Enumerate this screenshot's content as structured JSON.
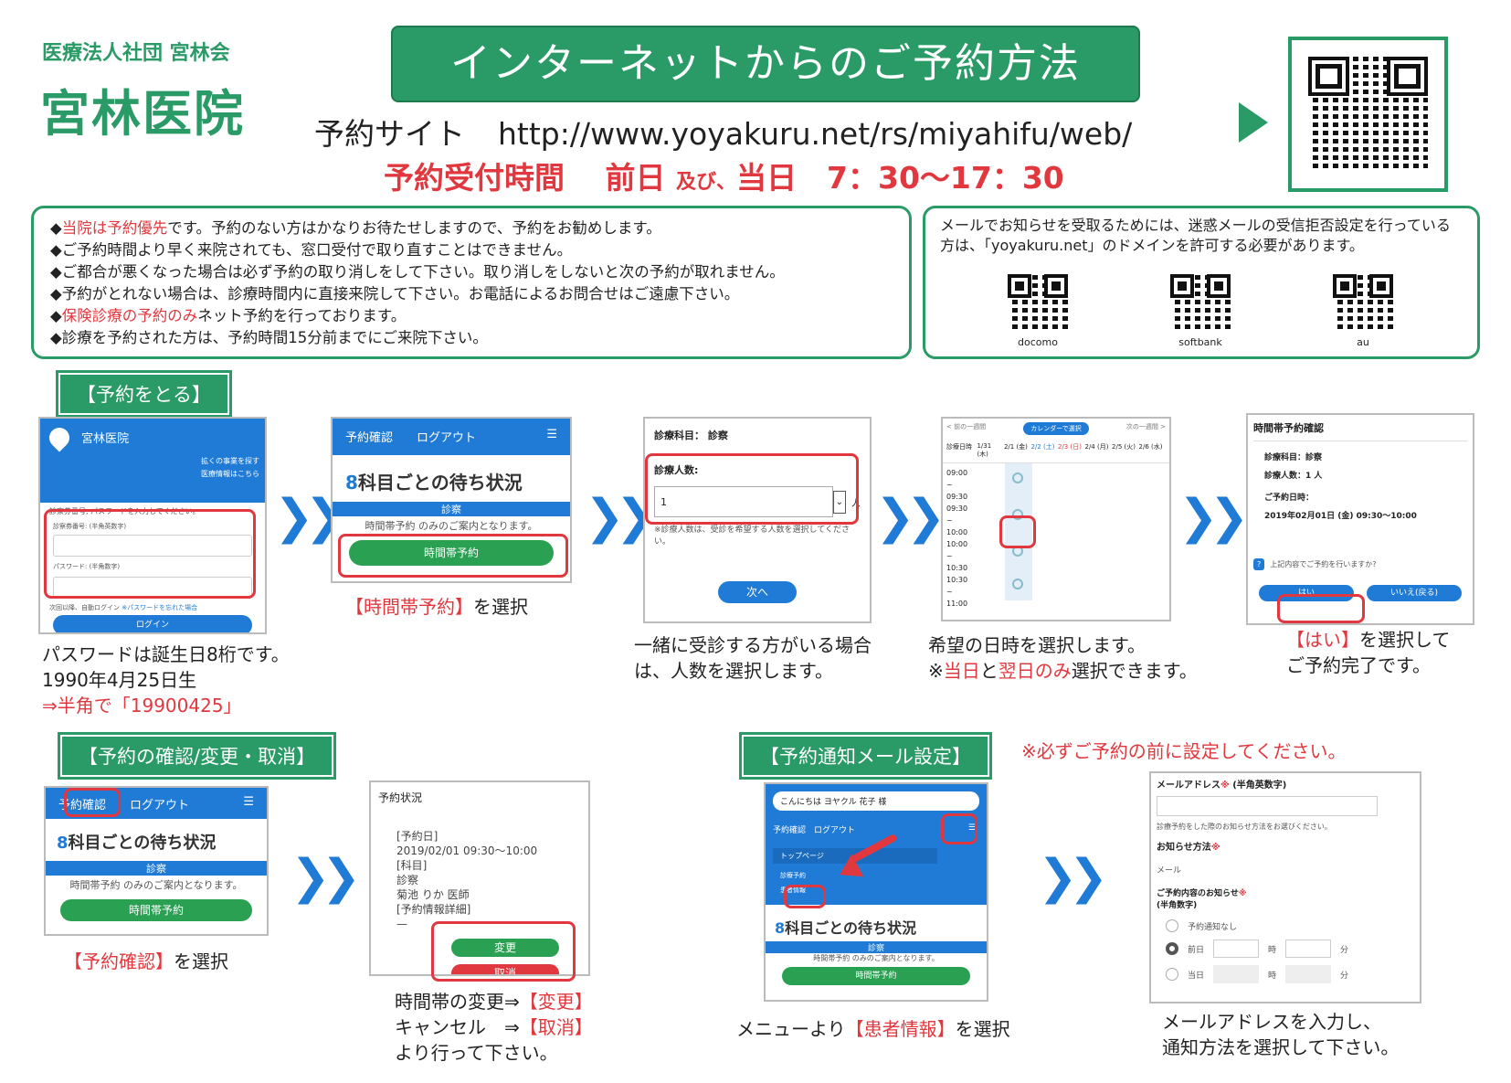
{
  "header": {
    "org": "医療法人社団 宮林会",
    "clinic": "宮林医院",
    "title": "インターネットからのご予約方法",
    "site_label": "予約サイト",
    "site_url": "http://www.yoyakuru.net/rs/miyahifu/web/",
    "hours_label": "予約受付時間",
    "hours_days_a": "前日",
    "hours_and": "及び、",
    "hours_days_b": "当日",
    "hours_time": "7：30〜17：30"
  },
  "notes": [
    {
      "red": "当院は予約優先",
      "text": "です。予約のない方はかなりお待たせしますので、予約をお勧めします。"
    },
    {
      "red": "",
      "text": "ご予約時間より早く来院されても、窓口受付で取り直すことはできません。"
    },
    {
      "red": "",
      "text": "ご都合が悪くなった場合は必ず予約の取り消しをして下さい。取り消しをしないと次の予約が取れません。"
    },
    {
      "red": "",
      "text": "予約がとれない場合は、診療時間内に直接来院して下さい。お電話によるお問合せはご遠慮下さい。"
    },
    {
      "red": "保険診療の予約のみ",
      "text": "ネット予約を行っております。"
    },
    {
      "red": "",
      "text": "診療を予約された方は、予約時間15分前までにご来院下さい。"
    }
  ],
  "mail_note": "メールでお知らせを受取るためには、迷惑メールの受信拒否設定を行っている方は、「yoyakuru.net」のドメインを許可する必要があります。",
  "carriers": [
    "docomo",
    "softbank",
    "au"
  ],
  "sections": {
    "reserve": "【予約をとる】",
    "confirm": "【予約の確認/変更・取消】",
    "mail": "【予約通知メール設定】",
    "mail_warning": "※必ずご予約の前に設定してください。"
  },
  "step1": {
    "app_title": "宮林医院",
    "side_text1": "拡くの事業を探す",
    "side_text2": "医療情報はこちら",
    "instruction": "診察券番号, パスワードを入力してください。",
    "id_label": "診察券番号: (半角英数字)",
    "pw_label": "パスワード: (半角数字)",
    "remember": "次回以降、自動ログイン",
    "forgot": "※パスワードを忘れた場合",
    "login": "ログイン",
    "caption1": "パスワードは誕生日8桁です。",
    "caption2": "1990年4月25日生",
    "caption3": "⇒半角で「19900425」"
  },
  "step2": {
    "nav1": "予約確認",
    "nav2": "ログアウト",
    "title": "科目ごとの待ち状況",
    "dept": "診察",
    "msg": "時間帯予約 のみのご案内となります。",
    "btn": "時間帯予約",
    "cap_red": "【時間帯予約】",
    "cap_rest": "を選択"
  },
  "step3": {
    "subject": "診療科目： 診察",
    "count_label": "診療人数:",
    "count_value": "1",
    "unit": "人",
    "hint": "※診療人数は、受診を希望する人数を選択してください。",
    "next": "次へ",
    "caption1": "一緒に受診する方がいる場合",
    "caption2": "は、人数を選択します。"
  },
  "step4": {
    "prev": "< 前の一週間",
    "calendar": "カレンダーで選択",
    "next": "次の一週間 >",
    "row_head": "診療日時",
    "days": [
      "1/31 (木)",
      "2/1 (金)",
      "2/2 (土)",
      "2/3 (日)",
      "2/4 (月)",
      "2/5 (火)",
      "2/6 (水)"
    ],
    "times": [
      "09:00",
      "09:30",
      "09:30",
      "10:00",
      "10:00",
      "10:30",
      "10:30",
      "11:00"
    ],
    "caption1": "希望の日時を選択します。",
    "caption2_pre": "※",
    "caption2_red1": "当日",
    "caption2_mid": "と",
    "caption2_red2": "翌日のみ",
    "caption2_post": "選択できます。"
  },
  "step5": {
    "title": "時間帯予約確認",
    "subject": "診療科目：診察",
    "count": "診療人数：1 人",
    "date_label": "ご予約日時：",
    "date": "2019年02月01日 (金) 09:30〜10:00",
    "question": "上記内容でご予約を行いますか?",
    "yes": "はい",
    "no": "いいえ(戻る)",
    "cap_red": "【はい】",
    "cap_rest": "を選択して",
    "cap2": "ご予約完了です。"
  },
  "confirm1": {
    "nav1": "予約確認",
    "nav2": "ログアウト",
    "title": "科目ごとの待ち状況",
    "dept": "診察",
    "msg": "時間帯予約 のみのご案内となります。",
    "btn": "時間帯予約",
    "cap_red": "【予約確認】",
    "cap_rest": "を選択"
  },
  "confirm2": {
    "title": "予約状況",
    "l1": "[予約日]",
    "l2": "2019/02/01 09:30〜10:00",
    "l3": "[科目]",
    "l4": "診察",
    "l5": "菊池 りか 医師",
    "l6": "[予約情報詳細]",
    "l7": "—",
    "change": "変更",
    "cancel": "取消",
    "cap1_pre": "時間帯の変更⇒",
    "cap1_red": "【変更】",
    "cap2_pre": "キャンセル　⇒",
    "cap2_red": "【取消】",
    "cap3": "より行って下さい。"
  },
  "mail1": {
    "greeting": "こんにちは ヨヤクル 花子 様",
    "nav1": "予約確認",
    "nav2": "ログアウト",
    "menu1": "トップページ",
    "menu2": "診療予約",
    "menu3": "患者情報",
    "title": "科目ごとの待ち状況",
    "dept": "診察",
    "msg": "時間帯予約 のみのご案内となります。",
    "btn": "時間帯予約",
    "cap_pre": "メニューより",
    "cap_red": "【患者情報】",
    "cap_rest": "を選択"
  },
  "mail2": {
    "email_label": "メールアドレス",
    "email_req": "※",
    "email_hint": "(半角英数字)",
    "desc": "診療予約をした際のお知らせ方法をお選びください。",
    "method_label": "お知らせ方法",
    "method_value": "メール",
    "notice_label": "ご予約内容のお知らせ",
    "notice_hint": "(半角数字)",
    "opt1": "予約通知なし",
    "opt2": "前日",
    "opt3": "当日",
    "hour": "時",
    "min": "分",
    "cap1": "メールアドレスを入力し、",
    "cap2": "通知方法を選択して下さい。"
  },
  "colors": {
    "green": "#2a9a66",
    "red": "#e0383e",
    "blue": "#1f7bd6"
  }
}
